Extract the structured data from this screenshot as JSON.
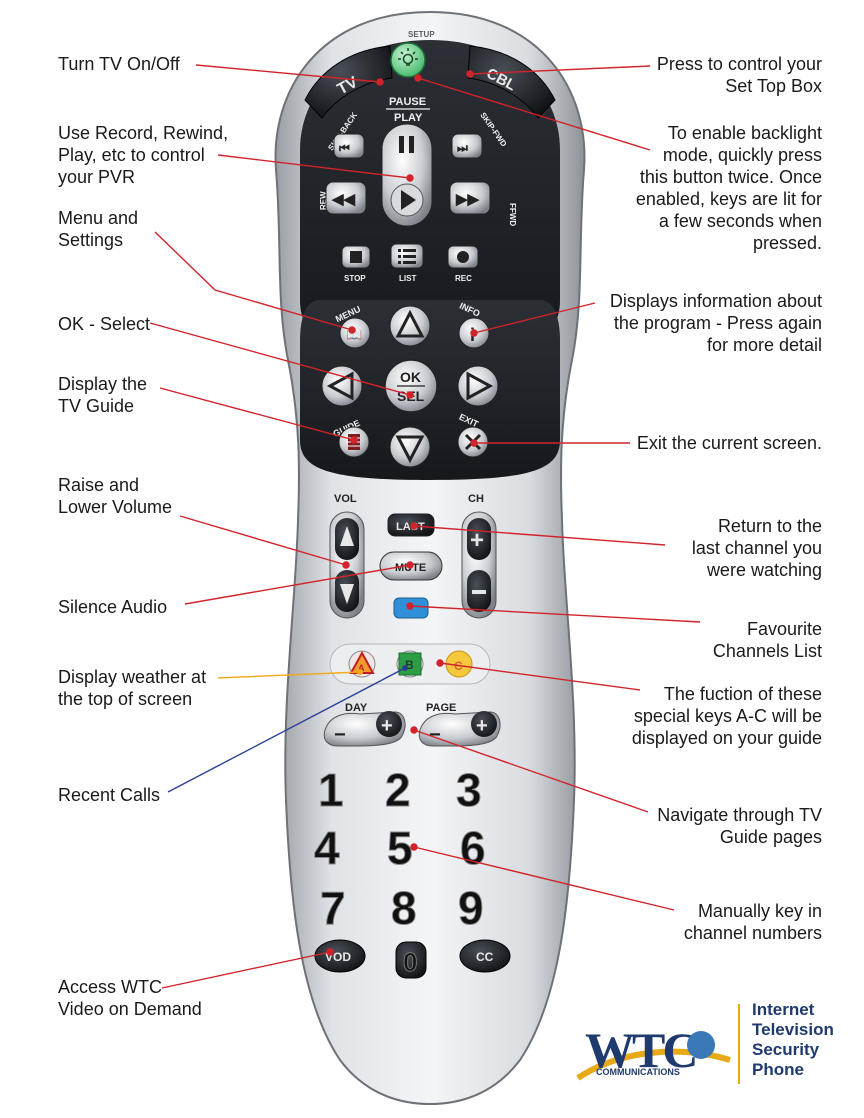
{
  "remote": {
    "setup_label": "SETUP",
    "tv_label": "TV",
    "cbl_label": "CBL",
    "pause_label": "PAUSE",
    "play_label": "PLAY",
    "skip_back_label": "SKIP-BACK",
    "skip_fwd_label": "SKIP-FWD",
    "rew_label": "REW",
    "ffwd_label": "FFWD",
    "stop_label": "STOP",
    "list_label": "LIST",
    "rec_label": "REC",
    "menu_label": "MENU",
    "info_label": "INFO",
    "ok_label": "OK",
    "sel_label": "SEL",
    "guide_label": "GUIDE",
    "exit_label": "EXIT",
    "vol_label": "VOL",
    "ch_label": "CH",
    "last_label": "LAST",
    "mute_label": "MUTE",
    "day_label": "DAY",
    "page_label": "PAGE",
    "key_a": "A",
    "key_b": "B",
    "key_c": "C",
    "digits": [
      "1",
      "2",
      "3",
      "4",
      "5",
      "6",
      "7",
      "8",
      "9",
      "0"
    ],
    "vod_label": "VOD",
    "cc_label": "CC"
  },
  "annotations": {
    "tv_power": "Turn TV On/Off",
    "set_top": [
      "Press to control your",
      "Set Top Box"
    ],
    "pvr": [
      "Use Record, Rewind,",
      "Play, etc to control",
      "your PVR"
    ],
    "backlight": [
      "To enable backlight",
      "mode, quickly press",
      "this button twice. Once",
      "enabled, keys are lit for",
      "a few seconds when",
      "pressed."
    ],
    "menu": [
      "Menu and",
      "Settings"
    ],
    "info": [
      "Displays information about",
      "the program - Press again",
      "for more detail"
    ],
    "ok": "OK - Select",
    "guide": [
      "Display the",
      "TV Guide"
    ],
    "exit": "Exit the current screen.",
    "volume": [
      "Raise and",
      "Lower Volume"
    ],
    "last": [
      "Return to the",
      "last channel you",
      "were watching"
    ],
    "mute": "Silence Audio",
    "favourite": [
      "Favourite",
      "Channels List"
    ],
    "weather": [
      "Display weather at",
      "the top of screen"
    ],
    "special": [
      "The fuction of these",
      "special keys A-C will be",
      "displayed on your guide"
    ],
    "recent_calls": "Recent Calls",
    "page_nav": [
      "Navigate through TV",
      "Guide pages"
    ],
    "digits": [
      "Manually key in",
      "channel numbers"
    ],
    "vod": [
      "Access WTC",
      "Video on Demand"
    ]
  },
  "logo": {
    "mark": "WTC",
    "sub": "COMMUNICATIONS",
    "services": [
      "Internet",
      "Television",
      "Security",
      "Phone"
    ]
  },
  "colors": {
    "leader_red": "#d2232a",
    "leader_yellow": "#f2a81d",
    "leader_blue": "#2b3f94",
    "brand_blue": "#1f3a6e",
    "brand_gold": "#e8a917"
  }
}
